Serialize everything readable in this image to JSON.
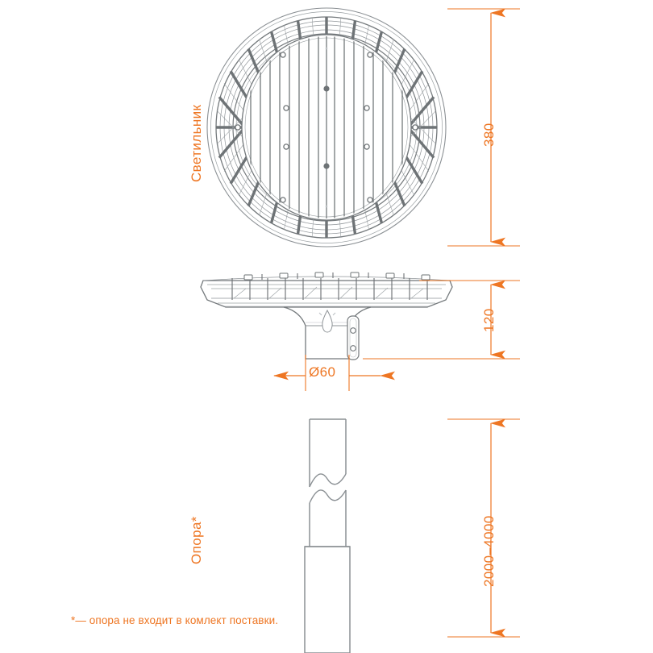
{
  "drawing": {
    "title_labels": {
      "luminaire": "Светильник",
      "pole": "Опора*"
    },
    "dimensions": {
      "height_380": "380",
      "height_120": "120",
      "diameter_60": "Ø60",
      "pole_height_range": "2000–4000"
    },
    "footnote": "*— опора не входит в комлект поставки.",
    "colors": {
      "dimension": "#ee7623",
      "geometry": "#6e7376",
      "geometry_light": "#9aa0a3",
      "background": "#ffffff"
    },
    "views": {
      "top_view": "round-luminaire-top-view",
      "side_view": "round-luminaire-side-view",
      "pole_view": "mounting-pole-elevation"
    }
  }
}
